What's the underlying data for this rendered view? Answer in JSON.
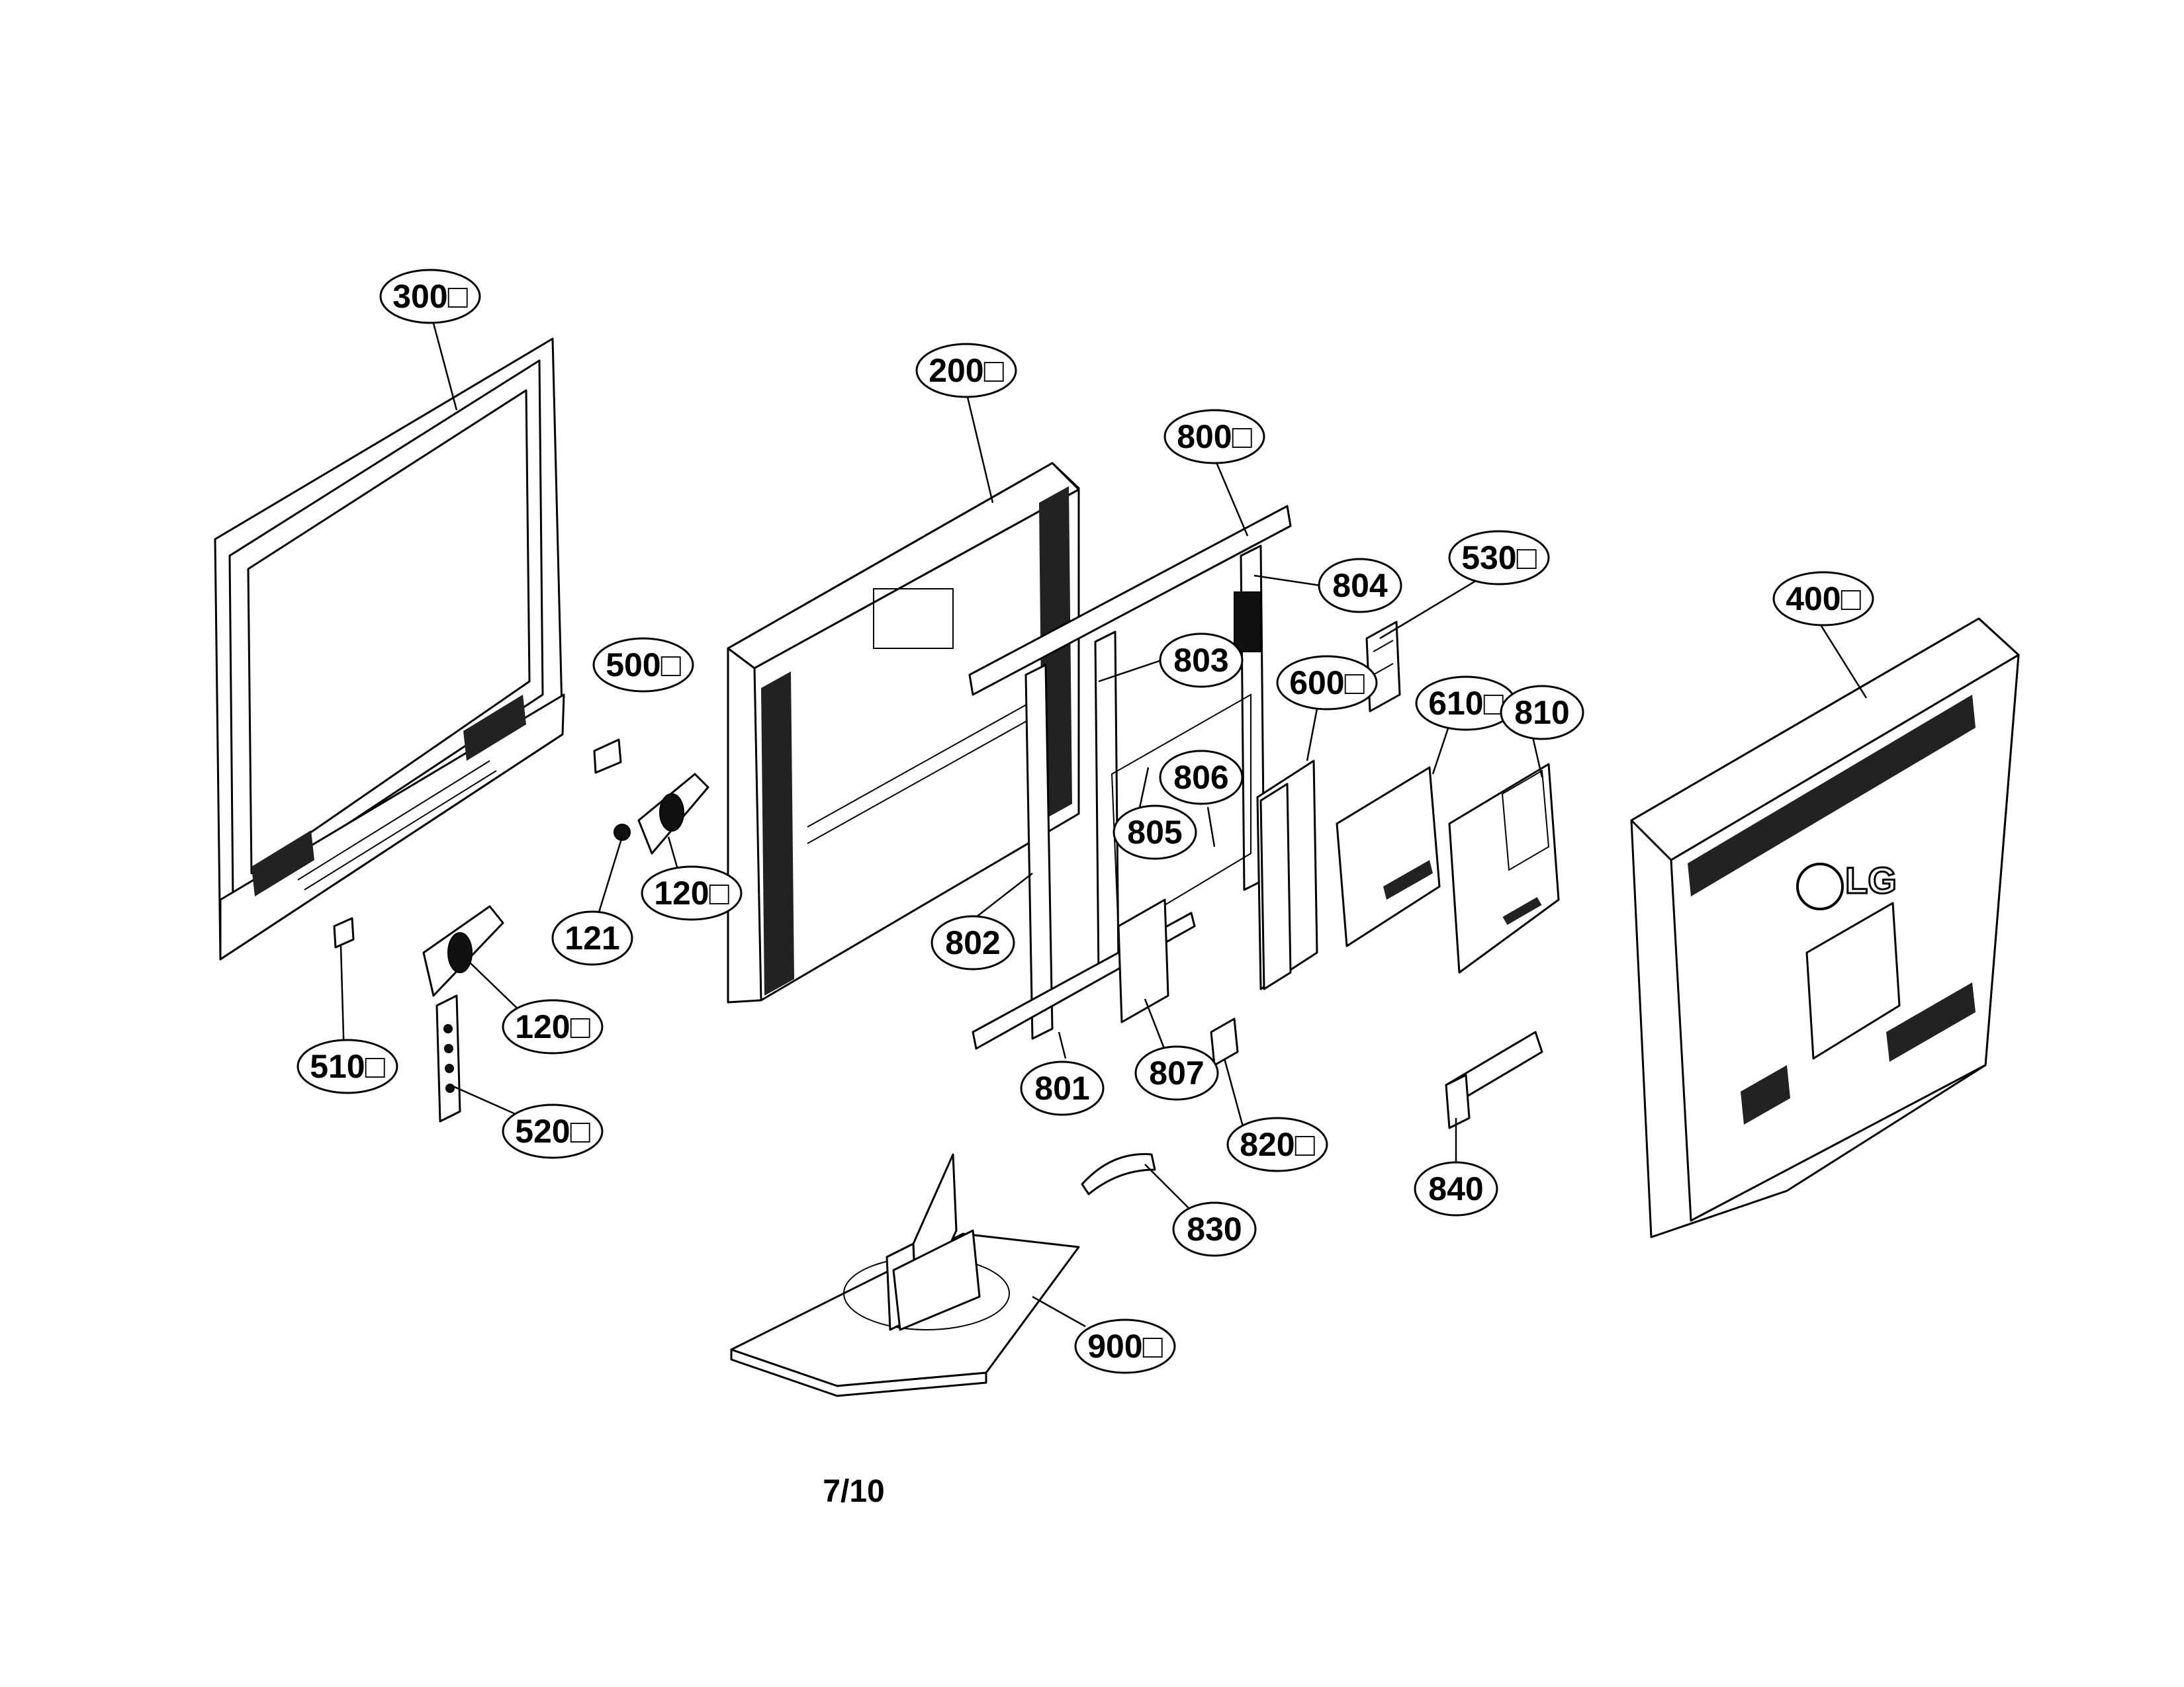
{
  "callouts": [
    {
      "id": "c300",
      "label": "300□"
    },
    {
      "id": "c200",
      "label": "200□"
    },
    {
      "id": "c800",
      "label": "800□"
    },
    {
      "id": "c804",
      "label": "804"
    },
    {
      "id": "c530",
      "label": "530□"
    },
    {
      "id": "c400",
      "label": "400□"
    },
    {
      "id": "c500",
      "label": "500□"
    },
    {
      "id": "c803",
      "label": "803"
    },
    {
      "id": "c600",
      "label": "600□"
    },
    {
      "id": "c610",
      "label": "610□"
    },
    {
      "id": "c810",
      "label": "810"
    },
    {
      "id": "c806",
      "label": "806"
    },
    {
      "id": "c805",
      "label": "805"
    },
    {
      "id": "c120a",
      "label": "120□"
    },
    {
      "id": "c121",
      "label": "121"
    },
    {
      "id": "c802",
      "label": "802"
    },
    {
      "id": "c120b",
      "label": "120□"
    },
    {
      "id": "c510",
      "label": "510□"
    },
    {
      "id": "c801",
      "label": "801"
    },
    {
      "id": "c807",
      "label": "807"
    },
    {
      "id": "c520",
      "label": "520□"
    },
    {
      "id": "c820",
      "label": "820□"
    },
    {
      "id": "c840",
      "label": "840"
    },
    {
      "id": "c830",
      "label": "830"
    },
    {
      "id": "c900",
      "label": "900□"
    }
  ],
  "brand_logo": "LG",
  "page_number": "7/10"
}
